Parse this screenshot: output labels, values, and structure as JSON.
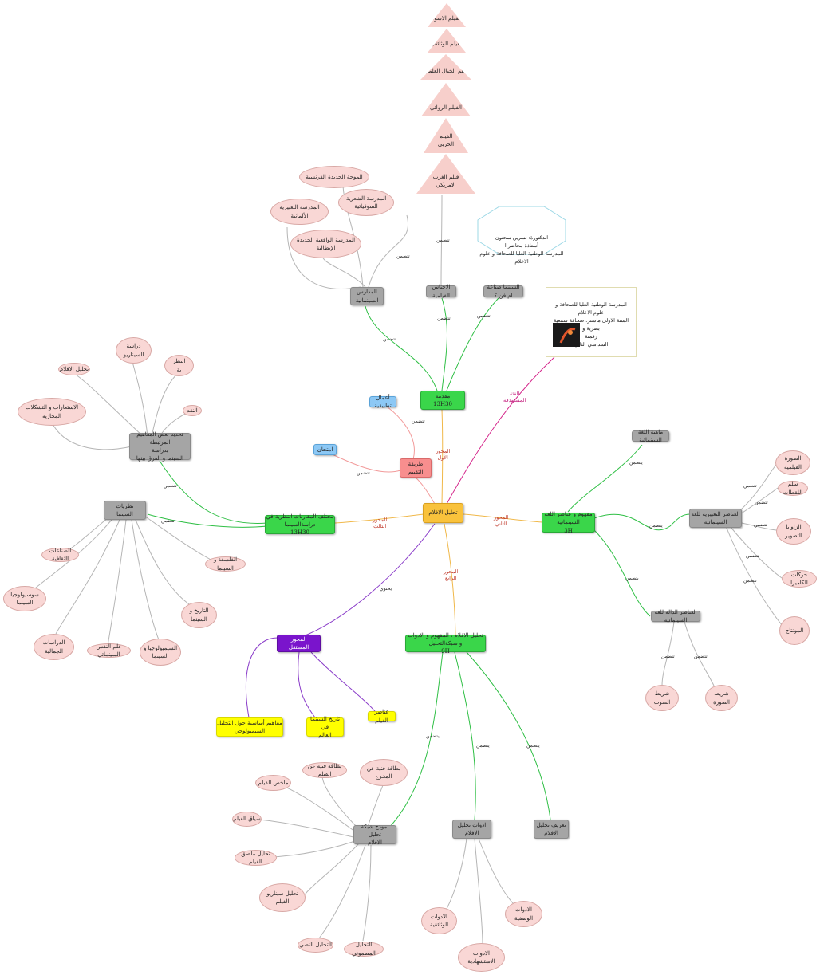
{
  "center": {
    "label": "تحليل الافلام"
  },
  "axes": {
    "first": "المحور\nالأول",
    "second": "المحور\nالثاني",
    "third": "المحور\nالثالث",
    "fourth": "المحور\nالرابع",
    "target": "الفئة\nالمستهدفة"
  },
  "nodes": {
    "intro": "مقدمة\n13H30",
    "schools": "المدارس\nالسينمائية",
    "genres": "الاجناس الفيلمية",
    "industry": "السينما صناعة ام فن ؟",
    "new_wave": "الموجة الجديدة الفرنسية",
    "poetic": "المدرسة الشعرية\nالسوفياتية",
    "expressionist": "المدرسة التعبيرية\nالألمانية",
    "neorealism": "المدرسة الواقعية الجديدة\nالإيطالية",
    "black_film": "الفيلم الاسود",
    "documentary": "الفيلم الوثائقي",
    "scifi": "فيلم الخيال العلمي",
    "narrative": "الفيلم الروائي",
    "war": "الفيلم\nالحربي",
    "western": "فيلم الغرب\nالامريكي",
    "evaluation": "طريقة\nالتقييم",
    "practical": "أعمال تطبيقية",
    "exam": "امتحان",
    "approaches": "مختلف المقاربات النظرية في دراسةالسينما\n13H30",
    "concepts": "تحديد بعض المفاهيم المرتبطة\nبدراسة\nالسينما و الفرق بينها",
    "theories": "نظريات\nالسينما",
    "scenario_study": "دراسة\nالسيناريو",
    "film_analysis_small": "تحليل الافلام",
    "criticism": "النظر\nية",
    "critique": "النقد",
    "imaginary": "الاستعارات و التشكلات\nالمجازية",
    "cultural_industries": "الصناعات الثقافية",
    "philosophy_cinema": "الفلسفة و السينما",
    "semiology": "سوسيولوجيا\nالسينما",
    "history_cinema": "التاريخ و\nالسينما",
    "aesthetics": "الدراسات\nالجمالية",
    "psychology": "علم النفس السينمائي",
    "socio_semio": "السيميولوجيا و\nالسينما",
    "language": "مفهوم و عناصر اللغة السينمائية\n3H",
    "language_nature": "ماهية اللغة السينمائية",
    "elements_language": "العناصر التعبيرية للغة\nالسينمائية",
    "signifying": "العناصر الدالة للغة السينمائية",
    "expressive_image": "الصورة\nالفيلمية",
    "shots": "سلم اللقطات",
    "angles": "الزاوايا\nالتصوير",
    "camera_moves": "حركات الكاميرا",
    "montage": "المونتاج",
    "soundtrack": "شريط\nالصوت",
    "imagetrack": "شريط\nالصورة",
    "analysis_model": "تحليل الافلام ، المفهوم و الادوات و شبكةالتحليل\n9H",
    "selfstudy": "المحور\nالمستقل",
    "basic_concepts": "مفاهيم أساسية حول التحليل\nالسيميولوجي",
    "cinema_history": "تاريخ السينما في\nالعالم",
    "film_elements": "عناصر الفيلم",
    "grid_model": "نموذج شبكة تحليل\nالافلام",
    "tools": "ادوات تحليل\nالافلام",
    "definition": "تعريف تحليل\nالافلام",
    "film_card": "بطاقة فنية عن الفيلم",
    "director_card": "بطاقة فنية عن\nالمخرج",
    "summary": "ملخص الفيلم",
    "context": "سياق الفيلم",
    "poster": "تحليل ملصق الفيلم",
    "scenario": "تحليل سيناريو\nالفيلم",
    "textual": "التحليل النصي",
    "content": "التحليل المضموني",
    "doc_tools": "الادوات\nالوثائقية",
    "desc_tools": "الادوات\nالوصفية",
    "inter_tools": "الادوات\nالاستشهادية"
  },
  "edge_labels": {
    "includes": "تتضمن",
    "includes_alt": "يتضمن",
    "contains": "يحتوي"
  },
  "author_note": "الدكتورة: نسرين سحنون\nأستاذة محاضر ا\nالمدرسة الوطنية العليا للصحافة و علوم الاعلام",
  "target_note": "المدرسة الوطنية العليا للصحافة و علوم الاعلام\nالسنة الاولى ماستر: صحافة سمعية بصرية و\nرقمنة\nالسداسي الثاني",
  "colors": {
    "green_link": "#2fbf45",
    "gray_link": "#b5b5b5",
    "purple_link": "#8a3cc9",
    "orange_link": "#f0b84a",
    "pink_link": "#d4248a",
    "salmon_link": "#f29b9b"
  }
}
